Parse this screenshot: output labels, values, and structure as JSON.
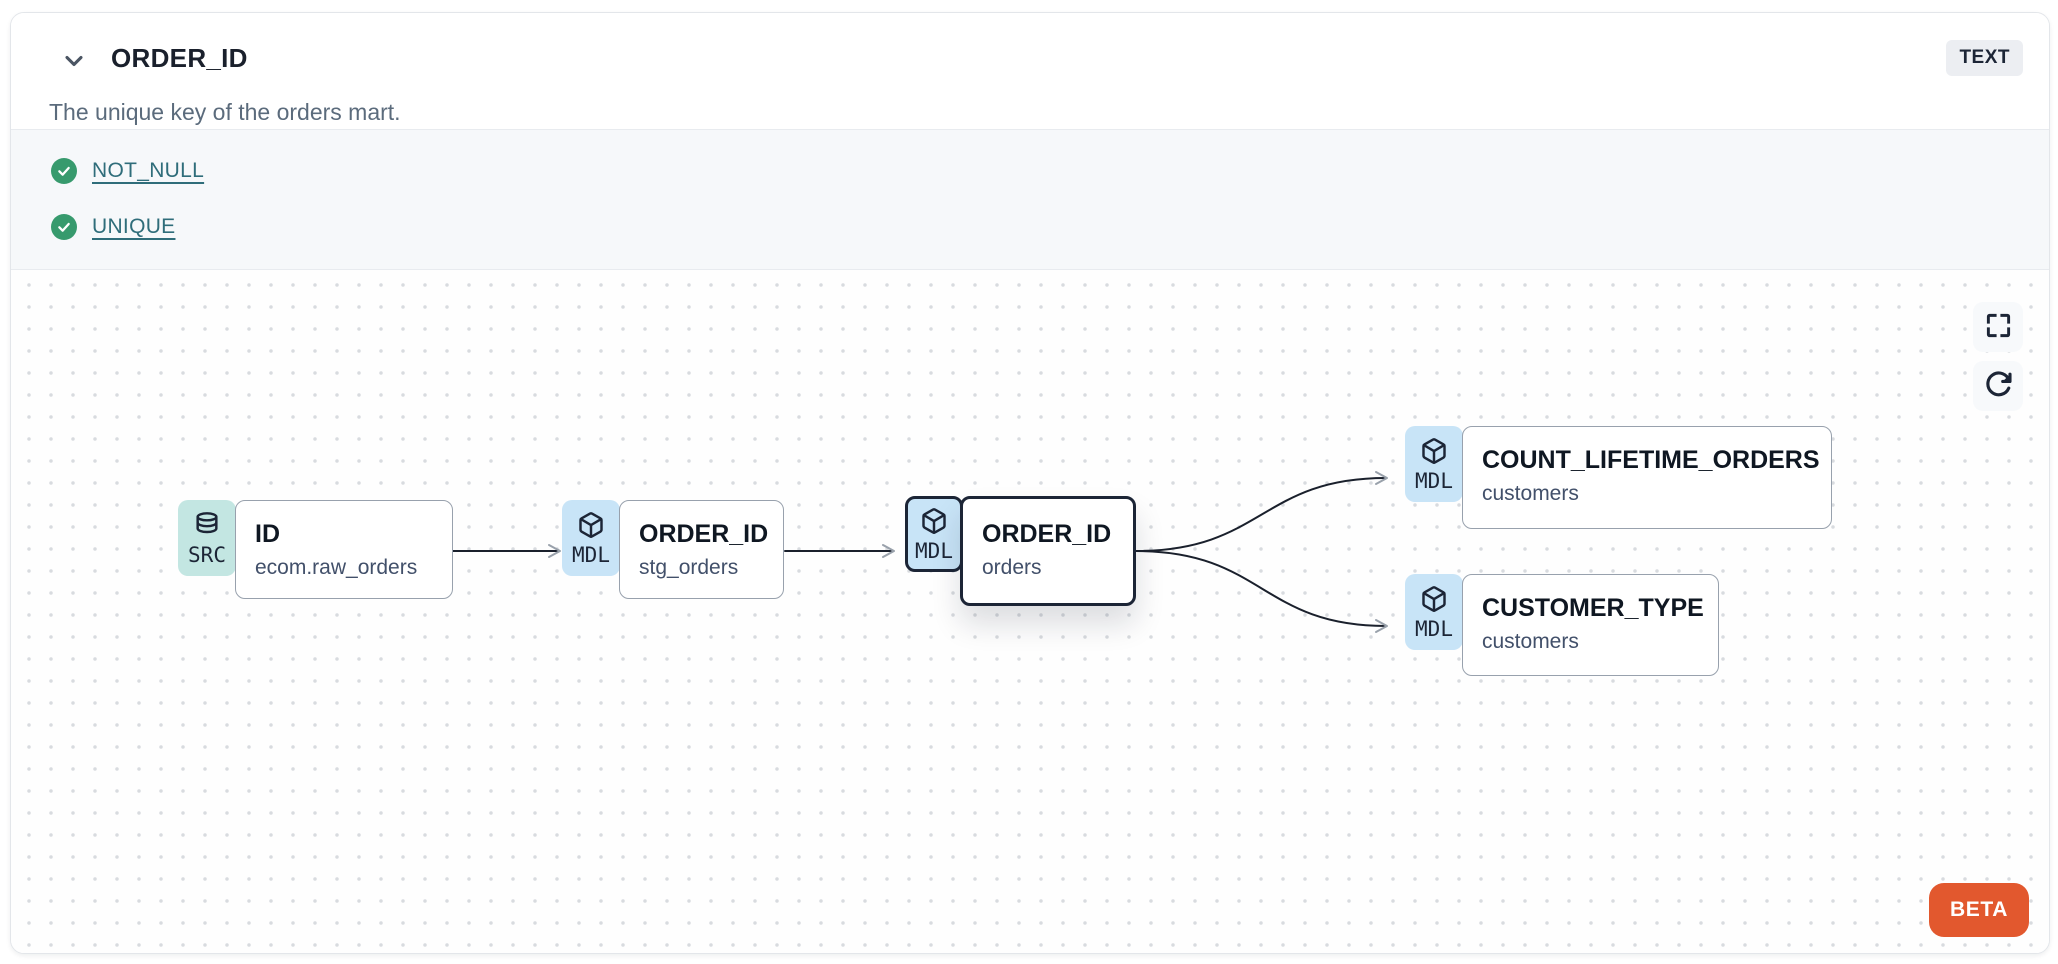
{
  "header": {
    "title": "ORDER_ID",
    "type_badge": "TEXT",
    "description": "The unique key of the orders mart."
  },
  "tests": {
    "items": [
      {
        "label": "NOT_NULL",
        "status": "pass"
      },
      {
        "label": "UNIQUE",
        "status": "pass"
      }
    ]
  },
  "lineage": {
    "nodes": [
      {
        "badge": "SRC",
        "icon": "database-icon",
        "title": "ID",
        "subtitle": "ecom.raw_orders",
        "highlighted": false
      },
      {
        "badge": "MDL",
        "icon": "cube-icon",
        "title": "ORDER_ID",
        "subtitle": "stg_orders",
        "highlighted": false
      },
      {
        "badge": "MDL",
        "icon": "cube-icon",
        "title": "ORDER_ID",
        "subtitle": "orders",
        "highlighted": true
      },
      {
        "badge": "MDL",
        "icon": "cube-icon",
        "title": "COUNT_LIFETIME_ORDERS",
        "subtitle": "customers",
        "highlighted": false
      },
      {
        "badge": "MDL",
        "icon": "cube-icon",
        "title": "CUSTOMER_TYPE",
        "subtitle": "customers",
        "highlighted": false
      }
    ],
    "beta_label": "BETA"
  },
  "colors": {
    "accent_orange": "#e2582e",
    "badge_teal": "#c3e6e2",
    "badge_blue": "#c8e4f7",
    "link_teal": "#2f6d7a",
    "check_green": "#379a6d",
    "edge": "#1a202c",
    "highlight_border": "#1c2536"
  }
}
